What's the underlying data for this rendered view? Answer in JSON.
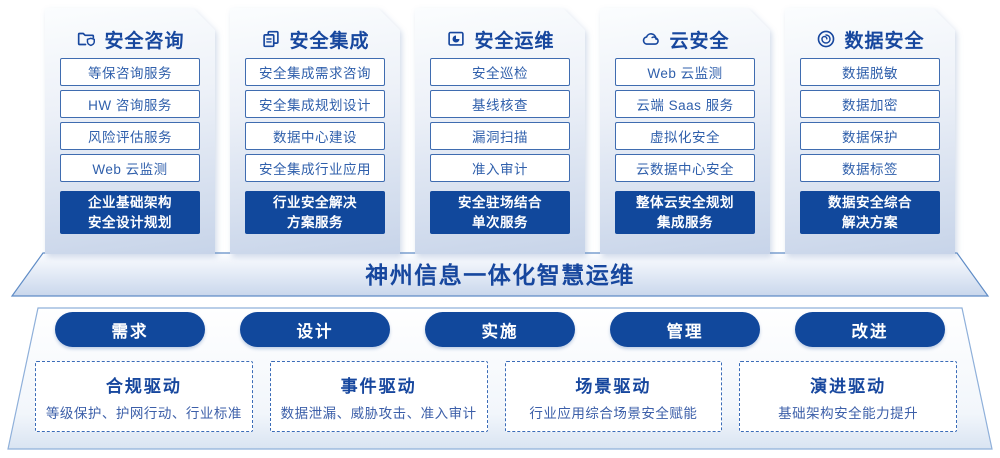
{
  "colors": {
    "primary_blue": "#11489c",
    "title_blue": "#17479e",
    "item_text_blue": "#2f5fab",
    "item_border_blue": "#3f6cb0",
    "dashed_border_blue": "#3b6cb8",
    "panel_gradient_bottom": "#c7d4e9"
  },
  "columns": [
    {
      "title": "安全咨询",
      "icon": "folder-shield-icon",
      "items": [
        "等保咨询服务",
        "HW 咨询服务",
        "风险评估服务",
        "Web 云监测"
      ],
      "highlight": [
        "企业基础架构",
        "安全设计规划"
      ]
    },
    {
      "title": "安全集成",
      "icon": "stacked-documents-icon",
      "items": [
        "安全集成需求咨询",
        "安全集成规划设计",
        "数据中心建设",
        "安全集成行业应用"
      ],
      "highlight": [
        "行业安全解决",
        "方案服务"
      ]
    },
    {
      "title": "安全运维",
      "icon": "monitor-pie-icon",
      "items": [
        "安全巡检",
        "基线核查",
        "漏洞扫描",
        "准入审计"
      ],
      "highlight": [
        "安全驻场结合",
        "单次服务"
      ]
    },
    {
      "title": "云安全",
      "icon": "cloud-icon",
      "items": [
        "Web 云监测",
        "云端 Saas 服务",
        "虚拟化安全",
        "云数据中心安全"
      ],
      "highlight": [
        "整体云安全规划",
        "集成服务"
      ]
    },
    {
      "title": "数据安全",
      "icon": "fingerprint-icon",
      "items": [
        "数据脱敏",
        "数据加密",
        "数据保护",
        "数据标签"
      ],
      "highlight": [
        "数据安全综合",
        "解决方案"
      ]
    }
  ],
  "banner": {
    "title": "神州信息一体化智慧运维"
  },
  "phases": [
    "需求",
    "设计",
    "实施",
    "管理",
    "改进"
  ],
  "drivers": [
    {
      "title": "合规驱动",
      "desc": "等级保护、护网行动、行业标准"
    },
    {
      "title": "事件驱动",
      "desc": "数据泄漏、威胁攻击、准入审计"
    },
    {
      "title": "场景驱动",
      "desc": "行业应用综合场景安全赋能"
    },
    {
      "title": "演进驱动",
      "desc": "基础架构安全能力提升"
    }
  ]
}
